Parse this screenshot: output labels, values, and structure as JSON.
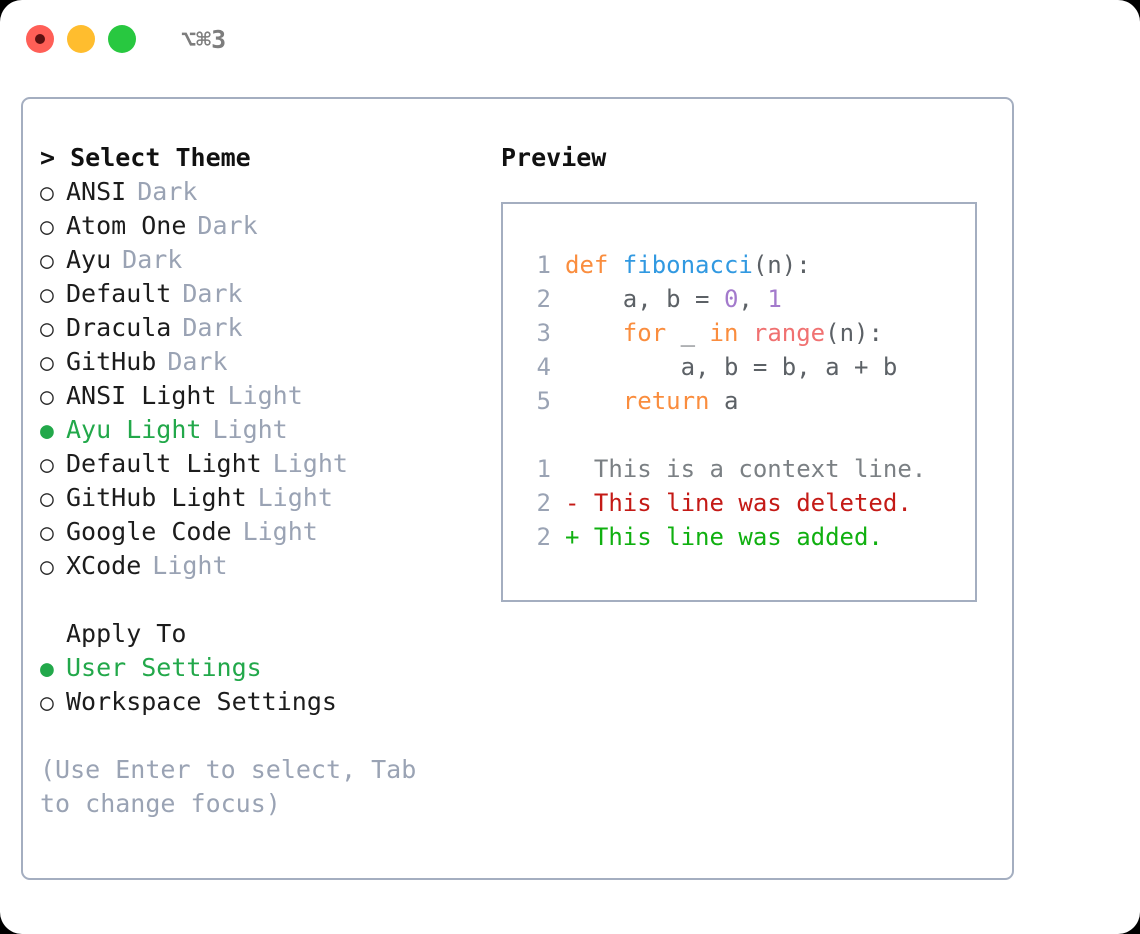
{
  "window": {
    "shortcut": "⌥⌘3",
    "traffic_lights": [
      "close-red",
      "minimize-yellow",
      "maximize-green"
    ]
  },
  "left": {
    "title": "> Select Theme",
    "themes": [
      {
        "bullet": "○",
        "label": "ANSI",
        "tag": "Dark",
        "selected": false
      },
      {
        "bullet": "○",
        "label": "Atom One",
        "tag": "Dark",
        "selected": false
      },
      {
        "bullet": "○",
        "label": "Ayu",
        "tag": "Dark",
        "selected": false
      },
      {
        "bullet": "○",
        "label": "Default",
        "tag": "Dark",
        "selected": false
      },
      {
        "bullet": "○",
        "label": "Dracula",
        "tag": "Dark",
        "selected": false
      },
      {
        "bullet": "○",
        "label": "GitHub",
        "tag": "Dark",
        "selected": false
      },
      {
        "bullet": "○",
        "label": "ANSI Light",
        "tag": "Light",
        "selected": false
      },
      {
        "bullet": "●",
        "label": "Ayu Light",
        "tag": "Light",
        "selected": true
      },
      {
        "bullet": "○",
        "label": "Default Light",
        "tag": "Light",
        "selected": false
      },
      {
        "bullet": "○",
        "label": "GitHub Light",
        "tag": "Light",
        "selected": false
      },
      {
        "bullet": "○",
        "label": "Google Code",
        "tag": "Light",
        "selected": false
      },
      {
        "bullet": "○",
        "label": "XCode",
        "tag": "Light",
        "selected": false
      }
    ],
    "apply_to_heading": "Apply To",
    "apply_to": [
      {
        "bullet": "●",
        "label": "User Settings",
        "selected": true
      },
      {
        "bullet": "○",
        "label": "Workspace Settings",
        "selected": false
      }
    ],
    "hint": "(Use Enter to select, Tab to change focus)"
  },
  "right": {
    "title": "Preview",
    "code_lines": [
      {
        "ln": "1",
        "tokens": [
          {
            "t": "def ",
            "c": "kw"
          },
          {
            "t": "fibonacci",
            "c": "fn"
          },
          {
            "t": "(n):",
            "c": "plain"
          }
        ]
      },
      {
        "ln": "2",
        "tokens": [
          {
            "t": "    a, b = ",
            "c": "plain"
          },
          {
            "t": "0",
            "c": "num"
          },
          {
            "t": ", ",
            "c": "plain"
          },
          {
            "t": "1",
            "c": "num"
          }
        ]
      },
      {
        "ln": "3",
        "tokens": [
          {
            "t": "    ",
            "c": "plain"
          },
          {
            "t": "for",
            "c": "kw"
          },
          {
            "t": " _ ",
            "c": "plain"
          },
          {
            "t": "in",
            "c": "kw"
          },
          {
            "t": " ",
            "c": "plain"
          },
          {
            "t": "range",
            "c": "call"
          },
          {
            "t": "(n):",
            "c": "plain"
          }
        ]
      },
      {
        "ln": "4",
        "tokens": [
          {
            "t": "        a, b = b, a + b",
            "c": "plain"
          }
        ]
      },
      {
        "ln": "5",
        "tokens": [
          {
            "t": "    ",
            "c": "plain"
          },
          {
            "t": "return",
            "c": "kw"
          },
          {
            "t": " a",
            "c": "plain"
          }
        ]
      }
    ],
    "diff_lines": [
      {
        "ln": "1",
        "tokens": [
          {
            "t": "  This is a context line.",
            "c": "ctx"
          }
        ]
      },
      {
        "ln": "2",
        "tokens": [
          {
            "t": "- This line was deleted.",
            "c": "del"
          }
        ]
      },
      {
        "ln": "2",
        "tokens": [
          {
            "t": "+ This line was added.",
            "c": "add"
          }
        ]
      }
    ]
  },
  "colors": {
    "accent_green": "#22a84a",
    "muted": "#9aa3b4",
    "border": "#a4aec0",
    "keyword": "#fa8d3e",
    "function": "#3199e1",
    "number": "#a37acc",
    "call": "#f07171",
    "diff_deleted": "#c41a16",
    "diff_added": "#10b010"
  }
}
